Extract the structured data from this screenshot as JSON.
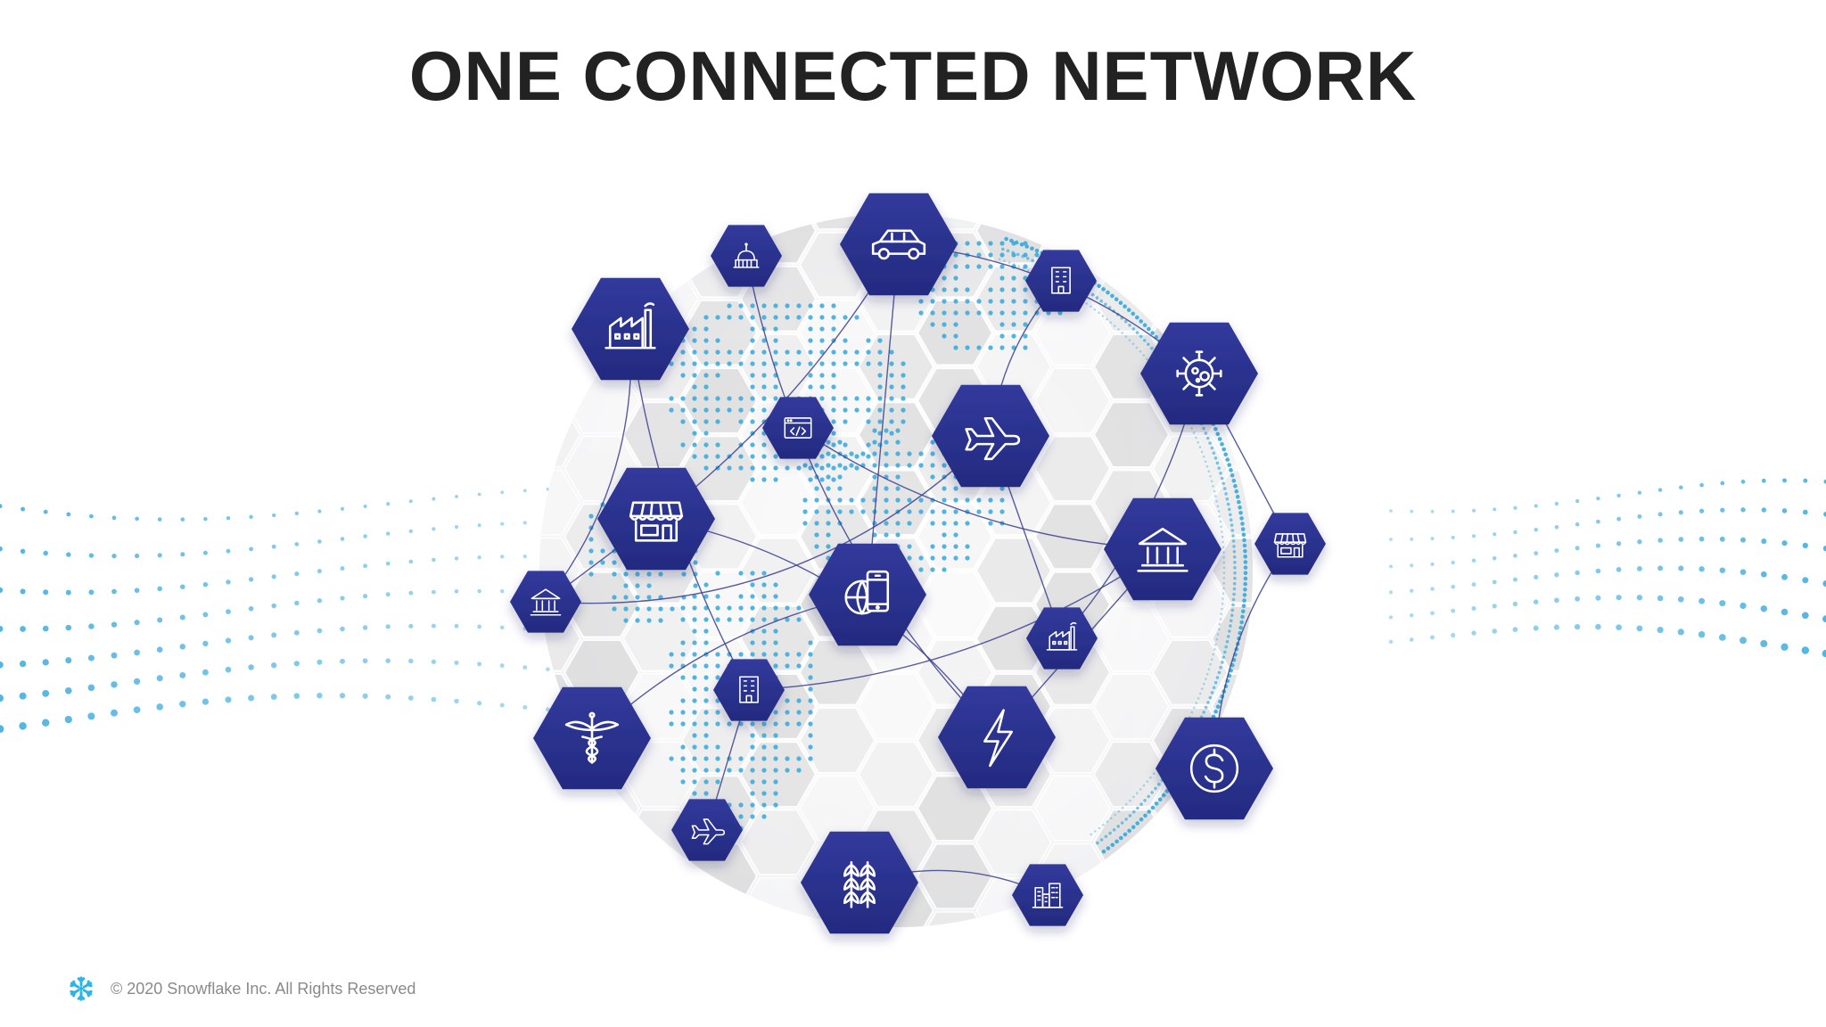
{
  "title": "ONE CONNECTED NETWORK",
  "footer": {
    "logo_icon": "snowflake-logo-icon",
    "copyright": "© 2020 Snowflake Inc. All Rights Reserved"
  },
  "colors": {
    "hex_fill": "#282f8c",
    "hex_fill_light": "#3a43a8",
    "link_line": "#3b3f8f",
    "dot_blue": "#34a8dc",
    "title": "#222222",
    "footer_text": "#8a8a8a",
    "logo": "#29b5e8"
  },
  "nodes": [
    {
      "id": "factory-large",
      "icon": "factory-icon"
    },
    {
      "id": "capitol",
      "icon": "capitol-building-icon"
    },
    {
      "id": "car",
      "icon": "car-icon"
    },
    {
      "id": "office-building-top",
      "icon": "office-building-icon"
    },
    {
      "id": "virus",
      "icon": "virus-icon"
    },
    {
      "id": "code-window",
      "icon": "code-window-icon"
    },
    {
      "id": "airplane-large",
      "icon": "airplane-icon"
    },
    {
      "id": "retail-store-large",
      "icon": "store-icon"
    },
    {
      "id": "bank-large",
      "icon": "bank-icon"
    },
    {
      "id": "retail-store-small",
      "icon": "store-icon"
    },
    {
      "id": "bank-small",
      "icon": "bank-icon"
    },
    {
      "id": "mobile-globe",
      "icon": "mobile-globe-icon"
    },
    {
      "id": "factory-small",
      "icon": "factory-icon"
    },
    {
      "id": "office-building-mid",
      "icon": "office-building-icon"
    },
    {
      "id": "caduceus",
      "icon": "caduceus-icon"
    },
    {
      "id": "lightning",
      "icon": "lightning-bolt-icon"
    },
    {
      "id": "dollar-coin",
      "icon": "dollar-coin-icon"
    },
    {
      "id": "airplane-small",
      "icon": "airplane-icon"
    },
    {
      "id": "wheat",
      "icon": "wheat-icon"
    },
    {
      "id": "city-buildings",
      "icon": "city-buildings-icon"
    }
  ]
}
